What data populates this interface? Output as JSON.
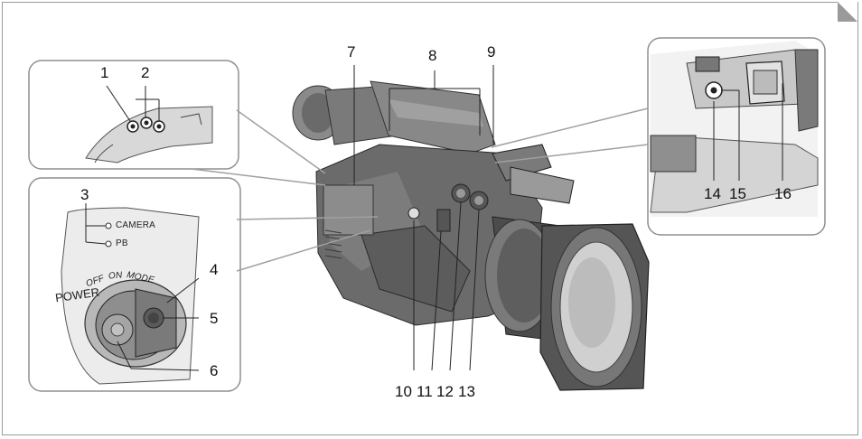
{
  "callouts": {
    "n1": "1",
    "n2": "2",
    "n3": "3",
    "n4": "4",
    "n5": "5",
    "n6": "6",
    "n7": "7",
    "n8": "8",
    "n9": "9",
    "n10": "10",
    "n11": "11",
    "n12": "12",
    "n13": "13",
    "n14": "14",
    "n15": "15",
    "n16": "16"
  },
  "switch_panel": {
    "camera": "CAMERA",
    "pb": "PB",
    "power": "POWER",
    "off": "OFF",
    "on": "ON",
    "mode": "MODE"
  },
  "colors": {
    "frame": "#9a9a9a",
    "inset_fill": "#ffffff",
    "inset_border": "#8f8f8f",
    "body_gray": "#6b6b6b",
    "shade_gray": "#9c9c9c"
  }
}
